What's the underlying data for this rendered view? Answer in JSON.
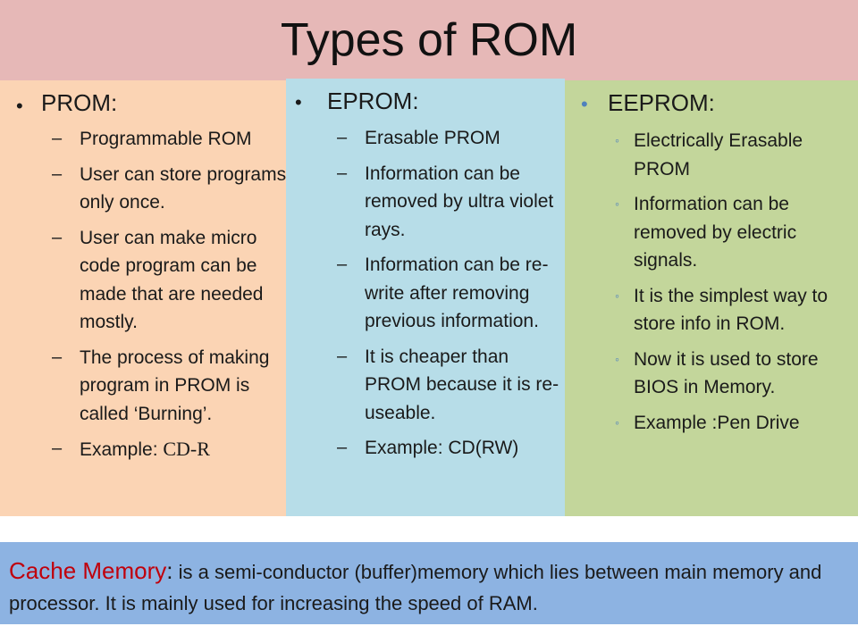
{
  "title": "Types of ROM",
  "prom": {
    "heading": "PROM:",
    "items": [
      "Programmable ROM",
      "User can store programs only once.",
      "User can make micro code program can be made that are needed mostly.",
      "The process of making program in PROM is called ‘Burning’.",
      "Example: "
    ],
    "example_value": "CD-R"
  },
  "eprom": {
    "heading": "EPROM:",
    "items": [
      "Erasable PROM",
      "Information can be removed by ultra violet rays.",
      "Information can be re-write after removing previous information.",
      "It is cheaper than PROM because it is re-useable.",
      "Example: CD(RW)"
    ]
  },
  "eeprom": {
    "heading": "EEPROM:",
    "items": [
      "Electrically Erasable PROM",
      "Information can be removed by electric signals.",
      "It is the simplest way to store info in ROM.",
      "Now it is used to store BIOS in Memory.",
      "Example :Pen Drive"
    ]
  },
  "cache": {
    "term": "Cache Memory",
    "colon": ":",
    "description": " is a semi-conductor  (buffer)memory which lies between main memory and processor. It is mainly used for increasing the speed of RAM."
  },
  "colors": {
    "title_bg": "#e6b8b7",
    "prom_bg": "#fbd4b4",
    "eprom_bg": "#b7dde8",
    "eeprom_bg": "#c3d69b",
    "cache_bg": "#8db3e2",
    "cache_term": "#c0000b"
  }
}
